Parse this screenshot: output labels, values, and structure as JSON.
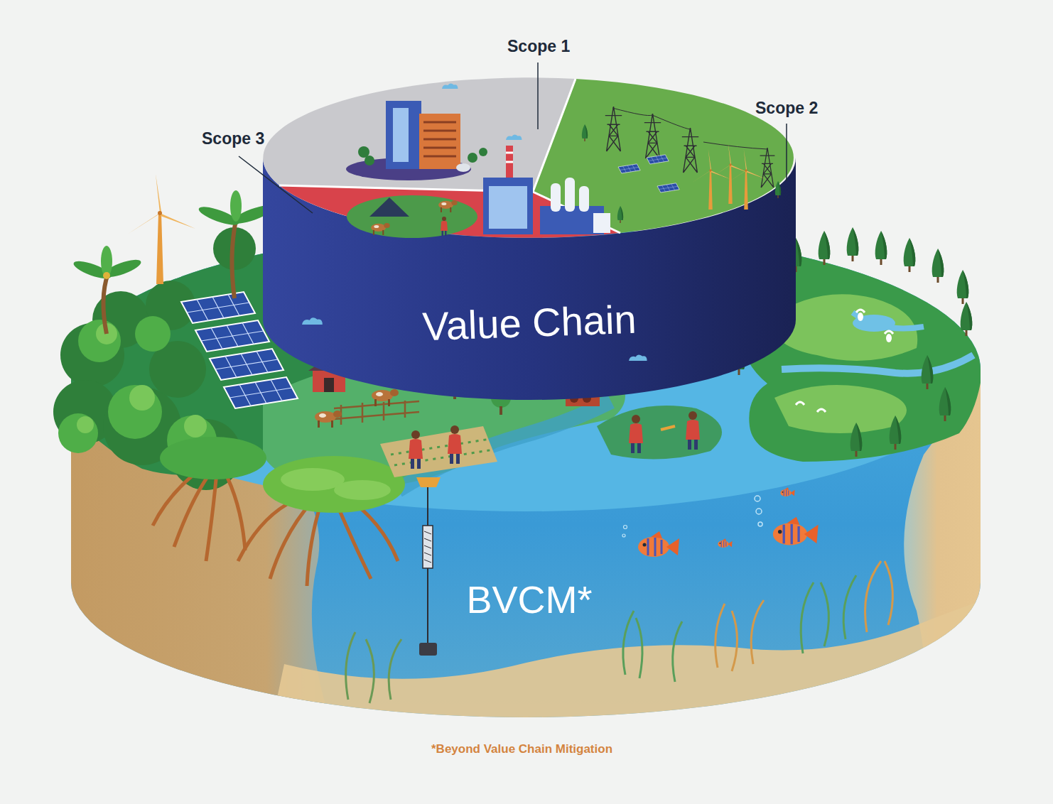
{
  "diagram": {
    "caption": "*Beyond Value Chain Mitigation",
    "nodes": [
      {
        "text": [
          "Value Chain"
        ]
      },
      {
        "text": [
          "BVCM*"
        ]
      }
    ],
    "labels": [
      "Scope 1",
      "Scope 2",
      "Scope 3"
    ]
  }
}
